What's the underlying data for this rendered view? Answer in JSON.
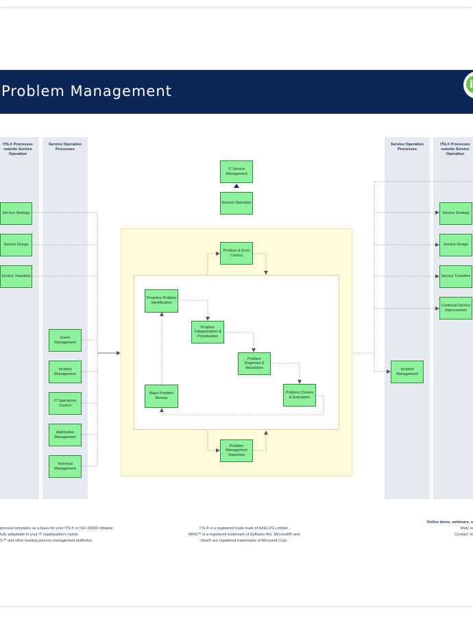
{
  "header": {
    "title": "Problem Management"
  },
  "colors": {
    "header_bg": "#0c2757",
    "process_box": "#8ef29d",
    "lane_bg": "#e6eaf0",
    "core_bg": "#fdfbd9",
    "logo_green": "#6cc24a"
  },
  "logo": {
    "text": "it"
  },
  "lanes": {
    "left_outer": "ITIL® Processes outside Service Operation",
    "left_inner": "Service Operation Processes",
    "right_inner": "Service Operation Processes",
    "right_outer": "ITIL® Processes outside Service Operation"
  },
  "boxes": {
    "service_strategy_left": "Service Strategy",
    "service_design_left": "Service Design",
    "service_transition_left": "Service Transition",
    "event_management": "Event Management",
    "incident_management_left": "Incident Management",
    "it_operations_control": "IT Operations Control",
    "application_management": "Application Management",
    "technical_management": "Technical Management",
    "it_service_management": "IT Service Management",
    "service_operation": "Service Operation",
    "problem_error_control": "Problem & Error Control",
    "proactive_problem_identification": "Proactive Problem Identification",
    "problem_categorization": "Problem Categorization & Prioritization",
    "problem_diagnosis": "Problem Diagnosis & Resolution",
    "major_problem_review": "Major Problem Review",
    "problem_closure": "Problem Closure & Evaluation",
    "problem_management_reporting": "Problem Management Reporting",
    "incident_management_right": "Incident Management",
    "service_strategy_right": "Service Strategy",
    "service_design_right": "Service Design",
    "service_transition_right": "Service Transition",
    "continual_service_improvement": "Continual Service Improvement"
  },
  "footer": {
    "left_line1": "process templates as a basis for your ITIL® or ISO 20000 initiative:",
    "left_line2": "fully adaptable to your IT organization's needs.",
    "left_line3": "S™ and other leading process management platforms.",
    "mid_line1": "ITIL® is a registered trade mark of AXELOS Limited.",
    "mid_line2": "ARIS™ is a  registered trademark of Software AG. Microsoft® and",
    "mid_line3": "Visio® are registered trademarks of Microsoft Corp.",
    "right_line1": "Online demo, webinars, v",
    "right_line2": "Web: w",
    "right_line3": "Contact: in"
  }
}
